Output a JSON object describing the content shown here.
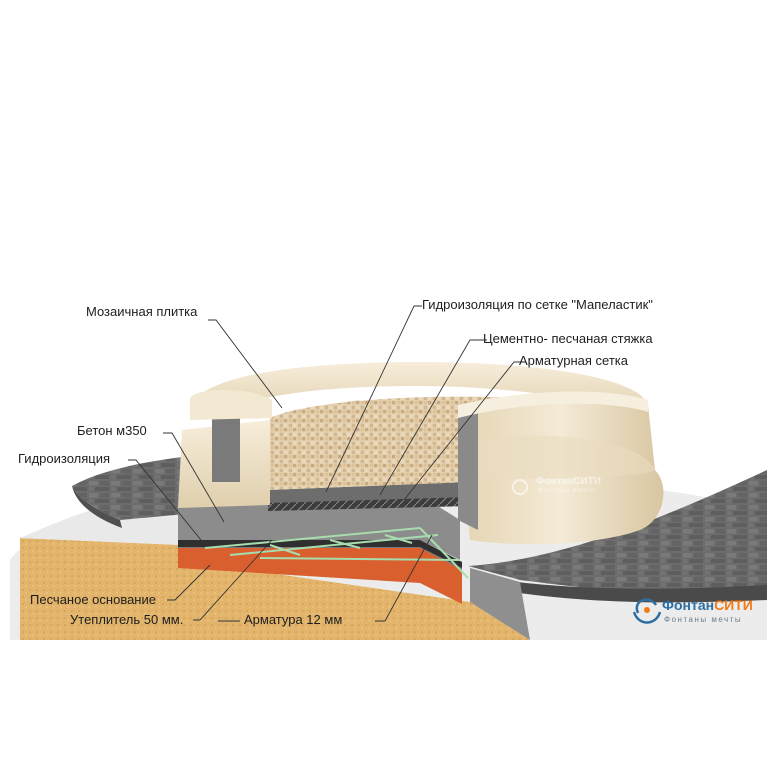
{
  "labels": {
    "mosaic": "Мозаичная плитка",
    "waterproof_mesh": "Гидроизоляция по сетке \"Мапеластик\"",
    "screed": "Цементно- песчаная стяжка",
    "rebar_mesh": "Арматурная сетка",
    "concrete": "Бетон м350",
    "waterproofing": "Гидроизоляция",
    "sand_base": "Песчаное основание",
    "insulation": "Утеплитель 50 мм.",
    "rebar": "Арматура 12 мм"
  },
  "logo": {
    "brand_part1": "Фонтан",
    "brand_part2": "СИТИ",
    "tagline": "Фонтаны мечты"
  },
  "watermark": {
    "brand": "ФонтанСИТИ",
    "tagline": "Фонтаны мечты"
  },
  "colors": {
    "stone": "#efe2c8",
    "tile": "#dcc29a",
    "paving": "#6e6e6e",
    "concrete": "#8c8c8c",
    "sand": "#e8c07a",
    "insulation": "#e0703a",
    "rebar": "#9fd4a6",
    "brand_blue": "#2e6fa3",
    "brand_orange": "#f07c1a"
  }
}
